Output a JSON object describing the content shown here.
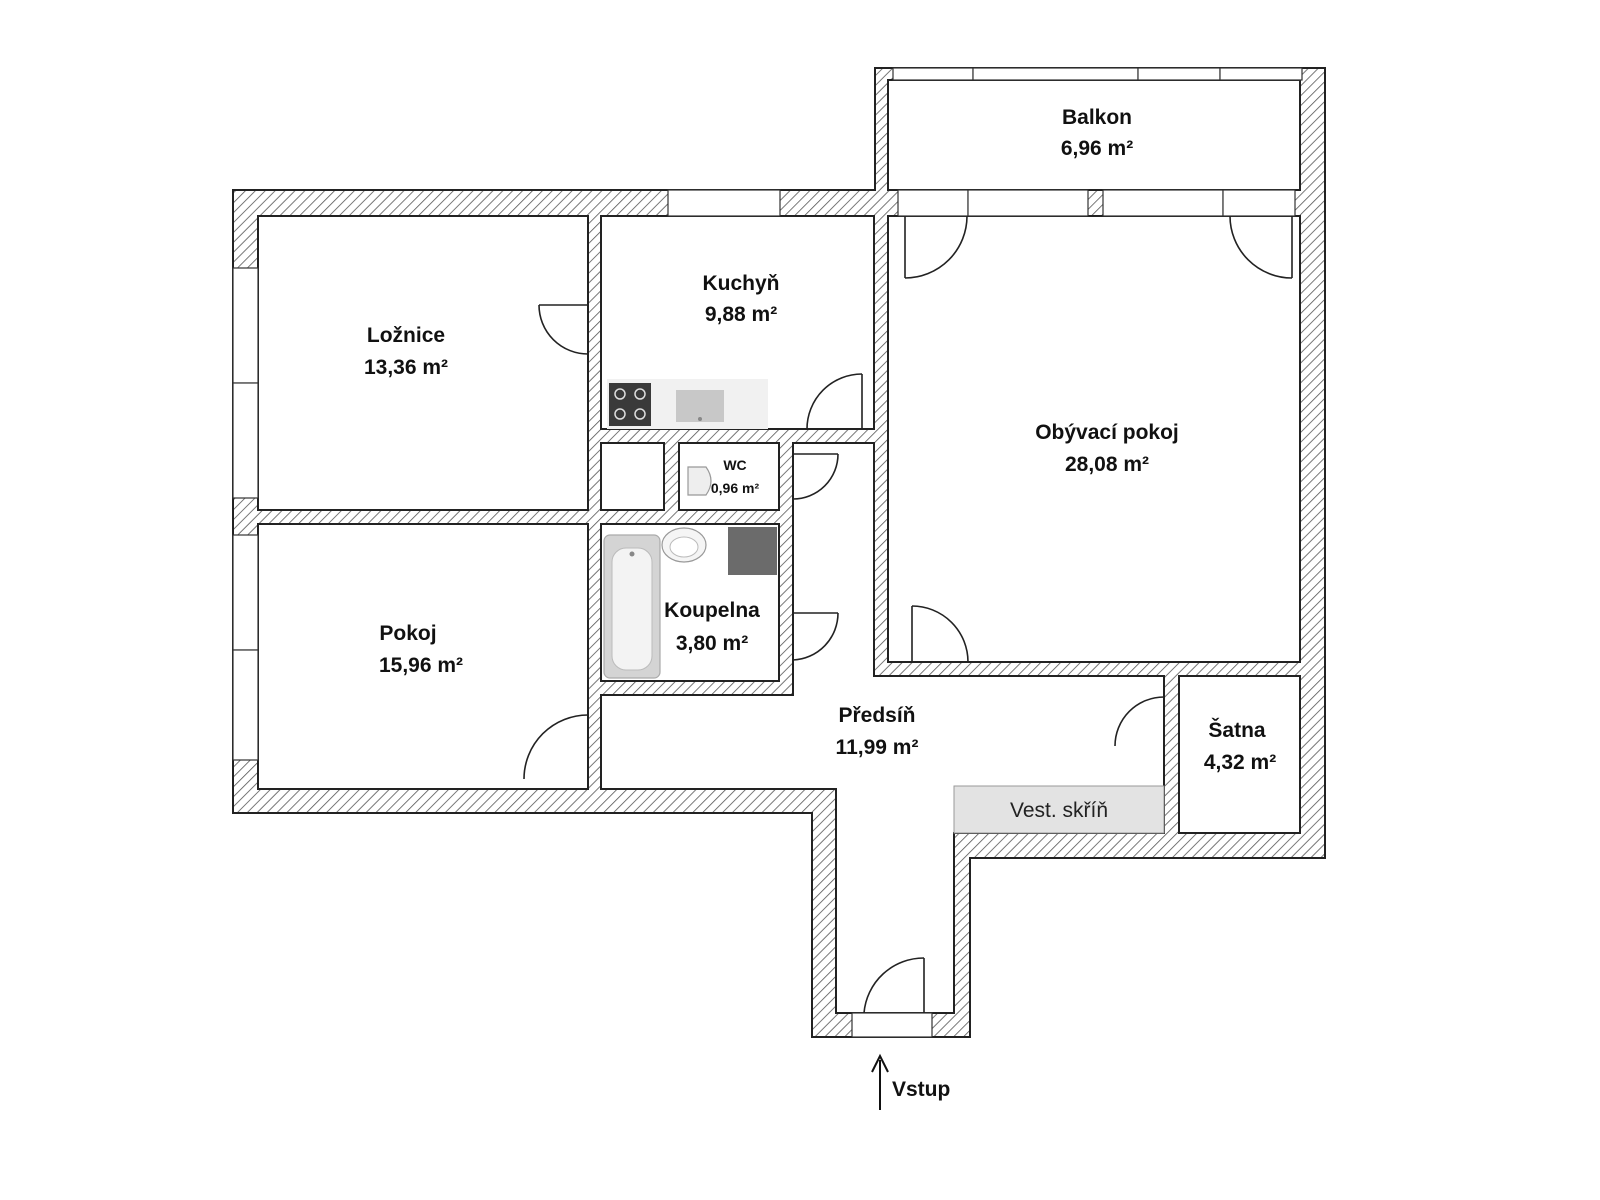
{
  "floorplan": {
    "rooms": {
      "balkon": {
        "name": "Balkon",
        "area": "6,96 m²"
      },
      "loznice": {
        "name": "Ložnice",
        "area": "13,36 m²"
      },
      "kuchyn": {
        "name": "Kuchyň",
        "area": "9,88 m²"
      },
      "obyvaci": {
        "name": "Obývací pokoj",
        "area": "28,08 m²"
      },
      "wc": {
        "name": "WC",
        "area": "0,96 m²"
      },
      "pokoj": {
        "name": "Pokoj",
        "area": "15,96 m²"
      },
      "koupelna": {
        "name": "Koupelna",
        "area": "3,80 m²"
      },
      "predsin": {
        "name": "Předsíň",
        "area": "11,99 m²"
      },
      "satna": {
        "name": "Šatna",
        "area": "4,32 m²"
      }
    },
    "wardrobe_label": "Vest. skříň",
    "entrance_label": "Vstup"
  }
}
